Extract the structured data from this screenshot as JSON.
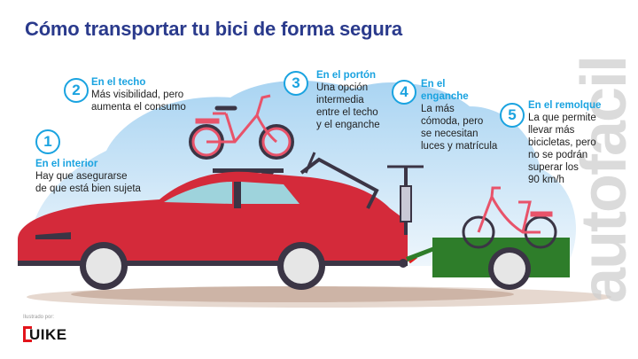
{
  "header": {
    "title": "Cómo transportar tu bici de forma segura"
  },
  "tips": [
    {
      "number": "1",
      "title": "En el interior",
      "body": [
        "Hay que asegurarse",
        "de que está bien sujeta"
      ]
    },
    {
      "number": "2",
      "title": "En el techo",
      "body": [
        "Más visibilidad, pero",
        "aumenta el consumo"
      ]
    },
    {
      "number": "3",
      "title": "En el portón",
      "body": [
        "Una opción",
        "intermedia",
        "entre el techo",
        "y el enganche"
      ]
    },
    {
      "number": "4",
      "title": "En el enganche",
      "title_lines": [
        "En el",
        "enganche"
      ],
      "body": [
        "La más",
        "cómoda, pero",
        "se necesitan",
        "luces y matrícula"
      ]
    },
    {
      "number": "5",
      "title": "En el remolque",
      "body": [
        "La que permite",
        "llevar más",
        "bicicletas, pero",
        "no se podrán",
        "superar los",
        "90 km/h"
      ]
    }
  ],
  "watermark": "autofacil",
  "credit": {
    "label": "Ilustrado por:",
    "brand": "UIKE",
    "brand_full": "LUIKE"
  },
  "colors": {
    "title": "#2a3a8c",
    "accent": "#1aa3e0",
    "car": "#d42a3a",
    "trailer": "#2e7d2a",
    "sky": "#cfe6f6",
    "ground": "#d9c6b8",
    "logo_red": "#e3141b"
  }
}
